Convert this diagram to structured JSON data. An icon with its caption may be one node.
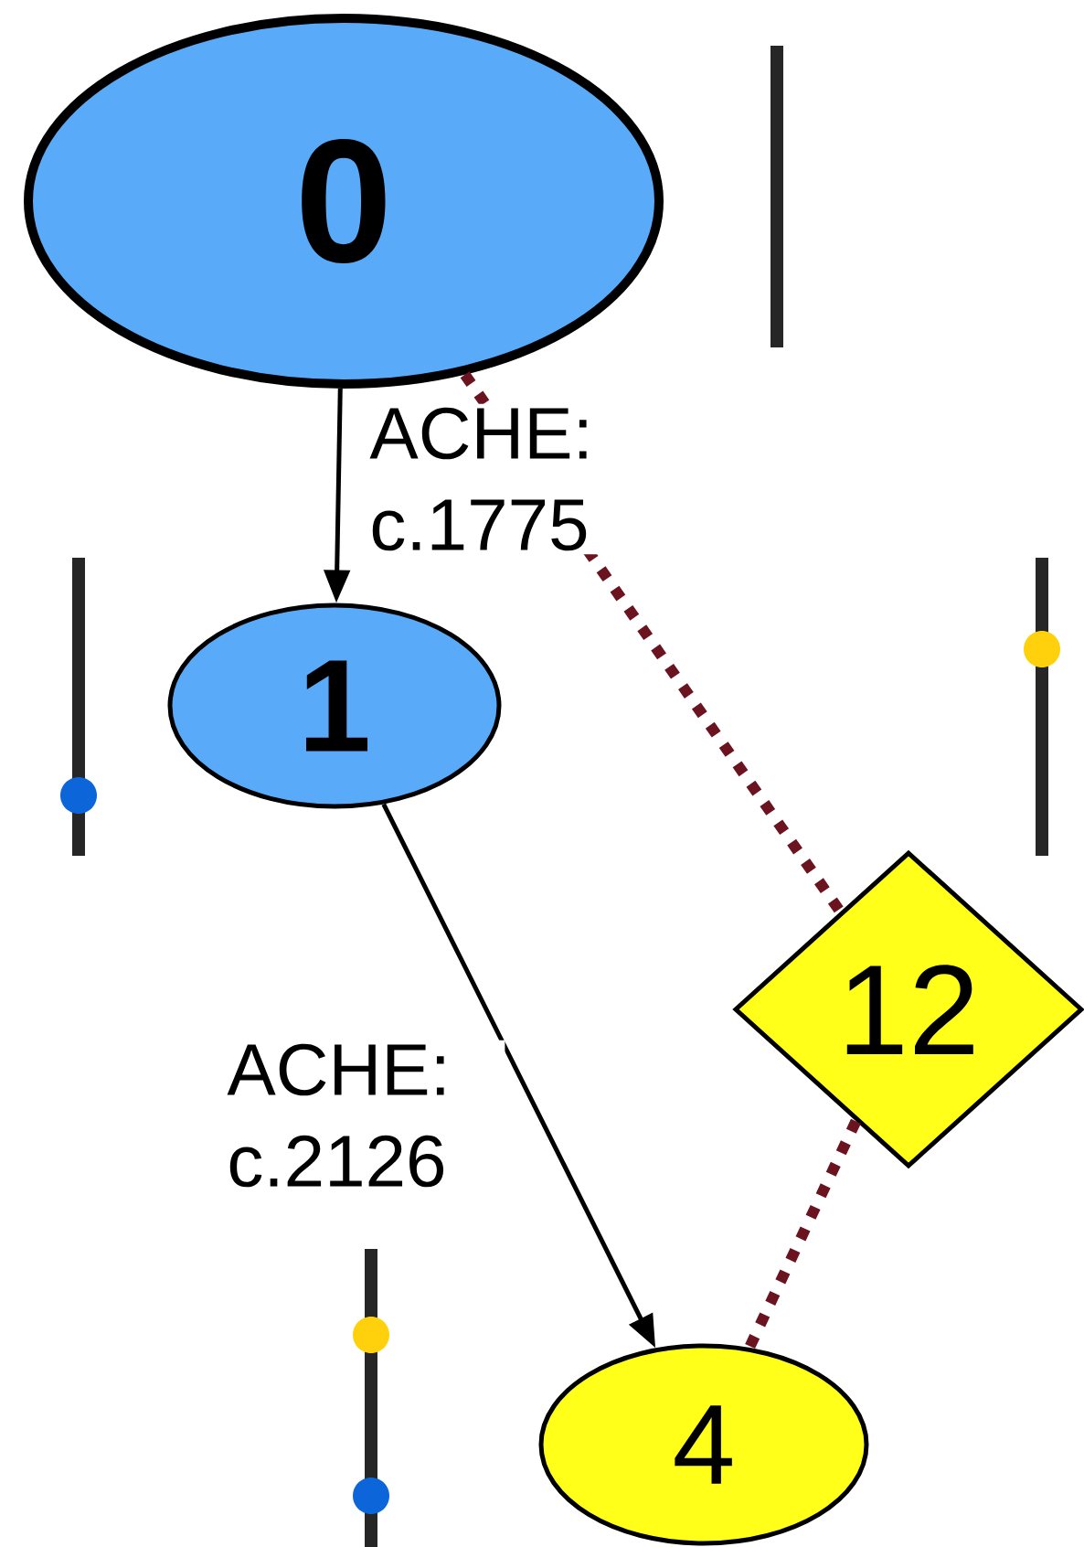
{
  "diagram": {
    "nodes": [
      {
        "text": [
          "0"
        ]
      },
      {
        "text": [
          "1"
        ]
      },
      {
        "text": [
          "12"
        ]
      },
      {
        "text": [
          "4"
        ]
      }
    ],
    "edges": [
      {
        "from": 0,
        "to": 1,
        "arrow": "to",
        "label": "ACHE: c.1775"
      },
      {
        "from": 1,
        "to": 3,
        "arrow": "to",
        "label": "ACHE: c.2126"
      },
      {
        "from": 0,
        "to": 2,
        "arrow": "none",
        "style": "dashed",
        "color": "#6b1420"
      },
      {
        "from": 2,
        "to": 3,
        "arrow": "none",
        "style": "dashed",
        "color": "#6b1420"
      }
    ]
  }
}
